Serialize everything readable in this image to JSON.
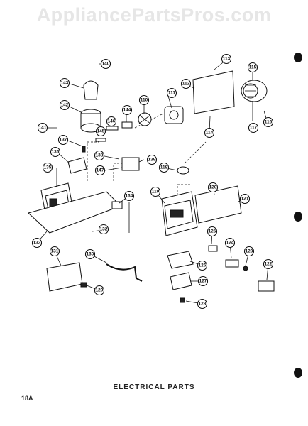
{
  "watermark": "AppliancePartsPros.com",
  "caption": "ELECTRICAL PARTS",
  "page_number": "18A",
  "callouts": [
    "140",
    "143",
    "142",
    "144",
    "141",
    "145",
    "146",
    "110",
    "111",
    "112",
    "113",
    "115",
    "117",
    "116",
    "114",
    "137",
    "138",
    "139",
    "136",
    "147",
    "118",
    "135",
    "134",
    "119",
    "120",
    "121",
    "133",
    "132",
    "131",
    "130",
    "129",
    "125",
    "124",
    "123",
    "126",
    "127",
    "122",
    "128"
  ]
}
